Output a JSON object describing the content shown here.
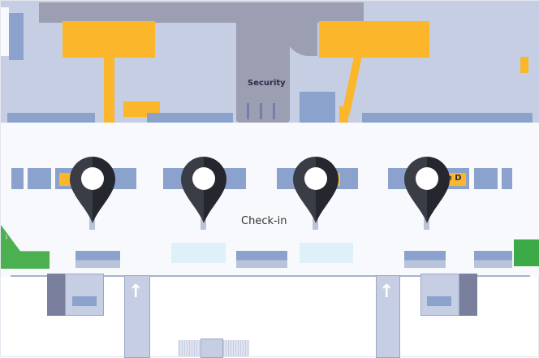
{
  "map": {
    "areas": {
      "security": "Security",
      "checkin": "Check-in"
    },
    "partial_label": "e D",
    "green_zone_label": "1",
    "colors": {
      "terminal": "#c6cee3",
      "corridor": "#f7f9fc",
      "counter": "#8aa2cc",
      "highlight": "#fbb62c",
      "security": "#9c9eb2",
      "green": "#4caf50",
      "pin": "#2e3038"
    },
    "markers": [
      {
        "name": "marker-1",
        "icon": "map-pin-icon"
      },
      {
        "name": "marker-2",
        "icon": "map-pin-icon"
      },
      {
        "name": "marker-3",
        "icon": "map-pin-icon"
      },
      {
        "name": "marker-4",
        "icon": "map-pin-icon"
      }
    ]
  }
}
